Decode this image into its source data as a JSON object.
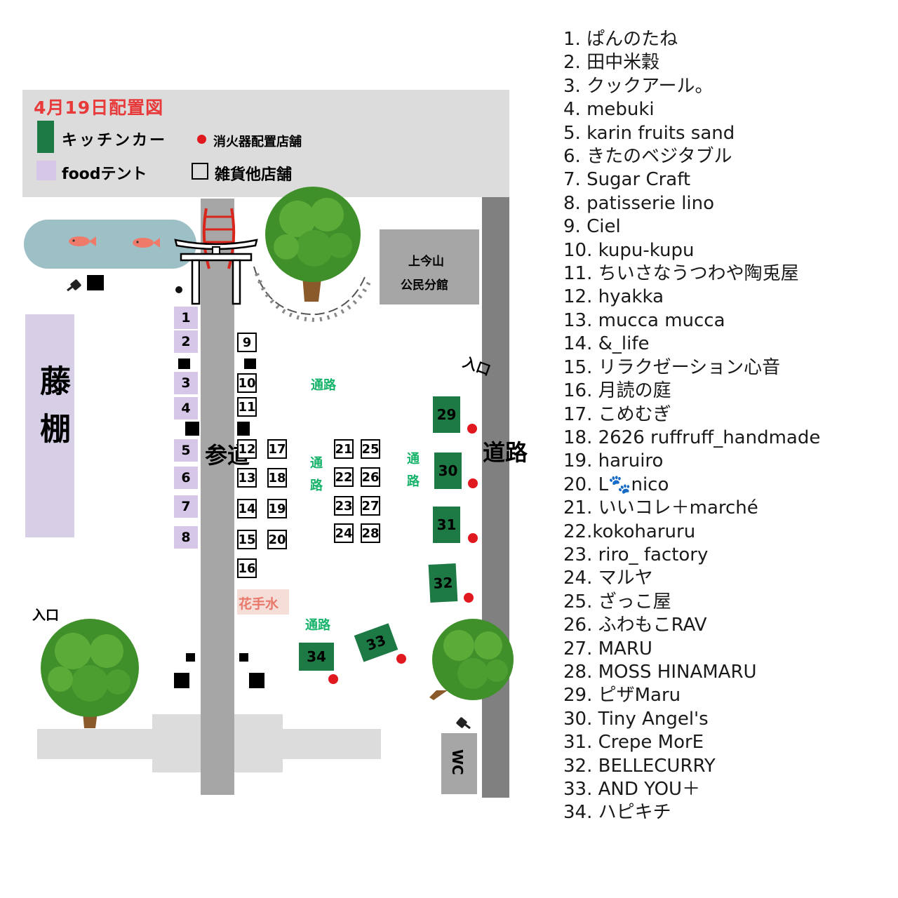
{
  "map": {
    "title": "4月19日配置図",
    "legend": {
      "kitchen_car": "キッチンカー",
      "extinguisher": "消火器配置店舗",
      "food_tent": "foodテント",
      "goods": "雑貨他店舗"
    },
    "labels": {
      "fujidana": "藤棚",
      "sando": "参道",
      "douro": "道路",
      "tsuro": "通路",
      "iriguchi": "入口",
      "hall": [
        "上今山",
        "公民分館"
      ],
      "temizu": "花手水",
      "wc": "WC"
    },
    "food_tents": [
      "1",
      "2",
      "3",
      "4",
      "5",
      "6",
      "7",
      "8"
    ],
    "goods_booths": [
      "9",
      "10",
      "11",
      "12",
      "13",
      "14",
      "15",
      "16",
      "17",
      "18",
      "19",
      "20",
      "21",
      "22",
      "23",
      "24",
      "25",
      "26",
      "27",
      "28"
    ],
    "kitchen_cars": [
      "29",
      "30",
      "31",
      "32",
      "33",
      "34"
    ],
    "colors": {
      "title": "#e83a3a",
      "kitchen_car": "#1e7a45",
      "food_tent": "#d6c6e8",
      "extinguisher": "#e0181f",
      "path_label": "#17b36b",
      "pond": "#9dbfc6"
    },
    "icons": [
      "torii-gate-icon",
      "tree-icon",
      "fish-icon",
      "plug-icon",
      "bridge-icon"
    ]
  },
  "shops": [
    "1. ぱんのたね",
    "2. 田中米穀",
    "3. クックアール。",
    "4. mebuki",
    "5. karin fruits sand",
    "6. きたのベジタブル",
    "7. Sugar Craft",
    "8. patisserie lino",
    "9. Ciel",
    "10. kupu-kupu",
    "11. ちいさなうつわや陶兎屋",
    "12. hyakka",
    "13. mucca mucca",
    "14. &_life",
    "15. リラクゼーション心音",
    "16. 月読の庭",
    "17. こめむぎ",
    "18. 2626  ruffruff_handmade",
    "19. haruiro",
    "20. L🐾nico",
    "21. いいコレ＋marché",
    "22.kokoharuru",
    "23. riro_ factory",
    "24. マルヤ",
    "25. ざっこ屋",
    "26. ふわもこRAV",
    "27. MARU",
    "28. MOSS HINAMARU",
    "29. ピザMaru",
    "30. Tiny Angel's",
    "31. Crepe MorE",
    "32. BELLECURRY",
    "33. AND YOU＋",
    "34. ハピキチ"
  ]
}
